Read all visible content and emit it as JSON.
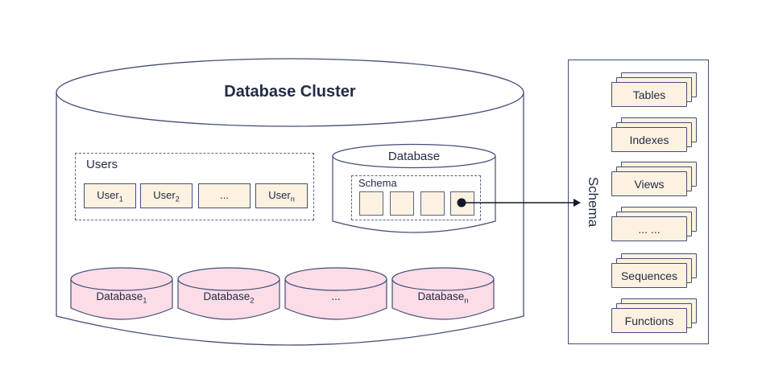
{
  "colors": {
    "navy": "#434e76",
    "navy-dark": "#232c47",
    "cream": "#fdf2e1",
    "pink": "#fbdce7",
    "dashed": "#5a6288",
    "arrow": "#14182b",
    "bg": "#ffffff"
  },
  "cluster": {
    "title": "Database Cluster",
    "users": {
      "label": "Users",
      "items": [
        {
          "base": "User",
          "sub": "1"
        },
        {
          "base": "User",
          "sub": "2"
        },
        {
          "base": "...",
          "sub": ""
        },
        {
          "base": "User",
          "sub": "n"
        }
      ]
    },
    "database": {
      "label": "Database",
      "schema": {
        "label": "Schema",
        "square_count": 4
      }
    },
    "databases": [
      {
        "base": "Database",
        "sub": "1"
      },
      {
        "base": "Database",
        "sub": "2"
      },
      {
        "base": "...",
        "sub": ""
      },
      {
        "base": "Database",
        "sub": "n"
      }
    ]
  },
  "panel": {
    "label": "Schema",
    "stacks": [
      {
        "label": "Tables"
      },
      {
        "label": "Indexes"
      },
      {
        "label": "Views"
      },
      {
        "label": "... ..."
      },
      {
        "label": "Sequences"
      },
      {
        "label": "Functions"
      }
    ]
  }
}
